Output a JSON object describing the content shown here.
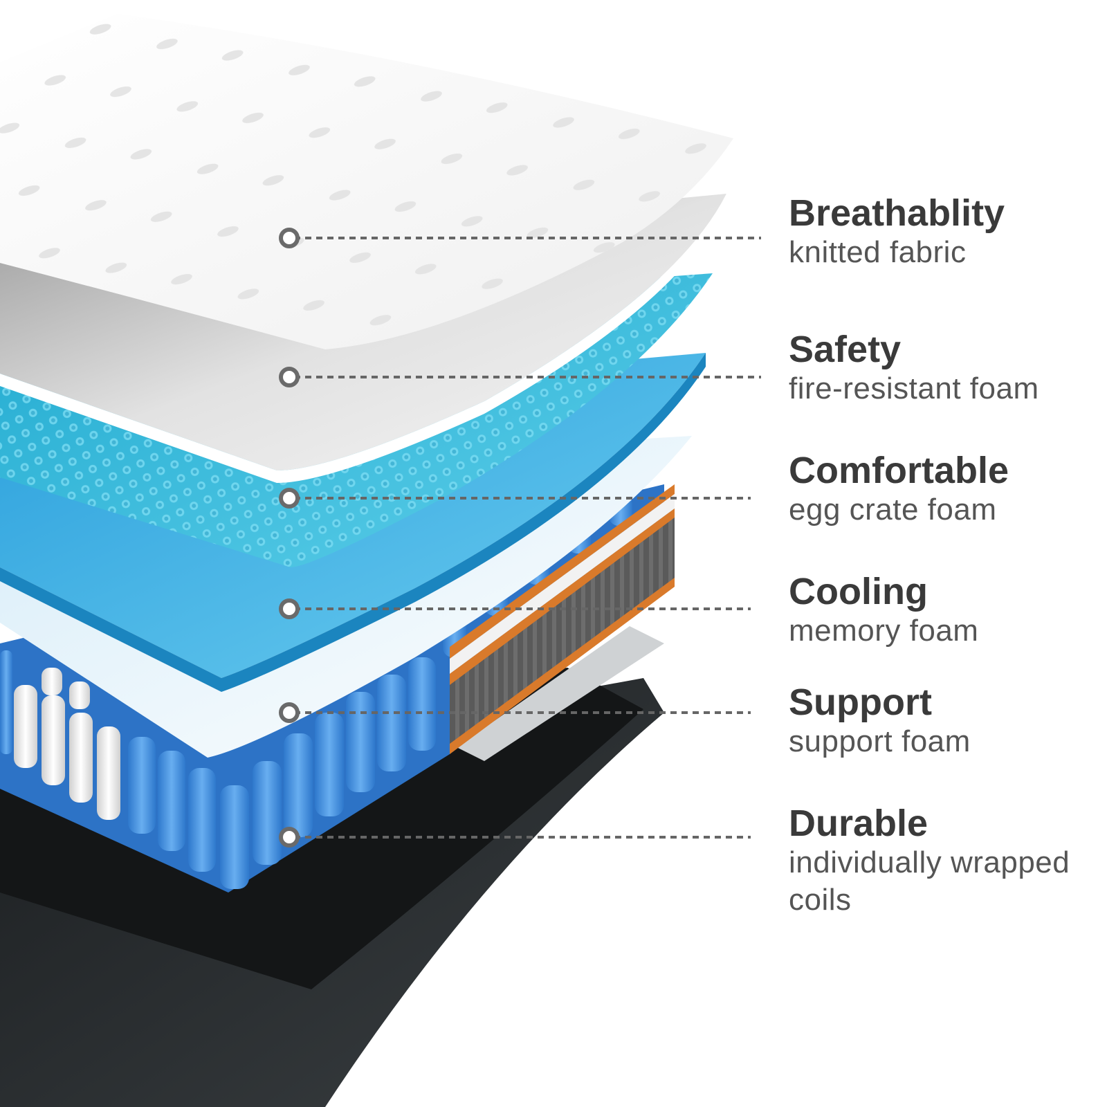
{
  "layers": [
    {
      "title": "Breathablity",
      "subtitle": "knitted fabric"
    },
    {
      "title": "Safety",
      "subtitle": "fire-resistant foam"
    },
    {
      "title": "Comfortable",
      "subtitle": "egg crate foam"
    },
    {
      "title": "Cooling",
      "subtitle": "memory foam"
    },
    {
      "title": "Support",
      "subtitle": "support foam"
    },
    {
      "title": "Durable",
      "subtitle": "individually wrapped coils"
    }
  ],
  "colors": {
    "fabric": "#f7f7f7",
    "fire_foam": "#e6e6e6",
    "egg_crate": "#2fb4d6",
    "memory_foam": "#39b0e0",
    "support_foam": "#e6f4fb",
    "coil_blue": "#3c8fe0",
    "coil_white": "#f2f2f2",
    "border_orange": "#d97a2b",
    "base": "#222628",
    "text_title": "#3a3a3a",
    "text_sub": "#555555"
  }
}
